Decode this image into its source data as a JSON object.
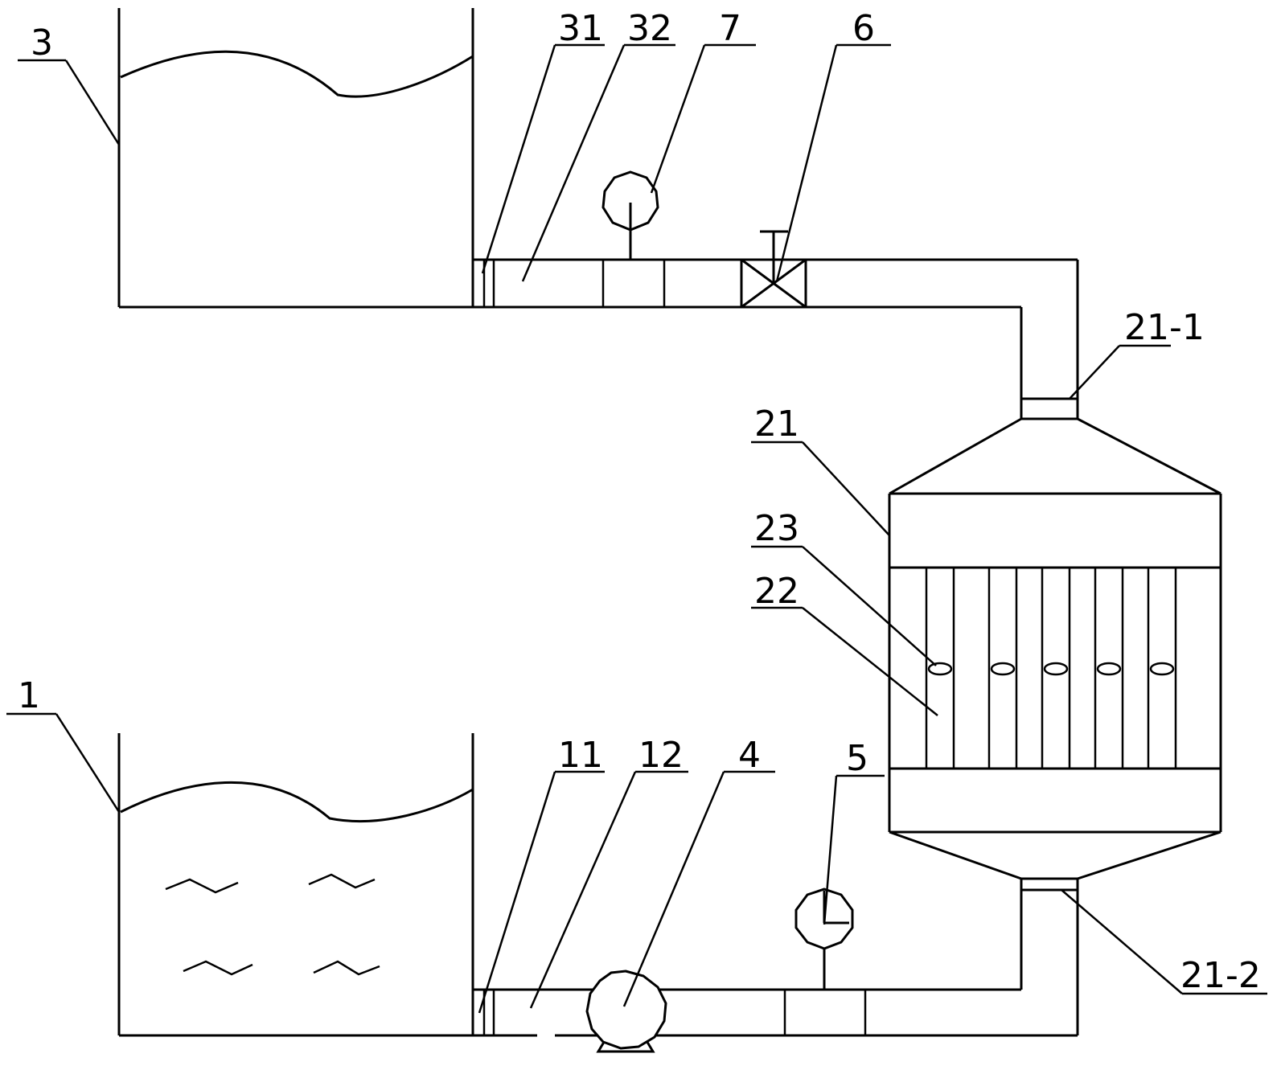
{
  "labels": {
    "l3": "3",
    "l31": "31",
    "l32": "32",
    "l7": "7",
    "l6": "6",
    "l21_1": "21-1",
    "l21": "21",
    "l23": "23",
    "l22": "22",
    "l1": "1",
    "l11": "11",
    "l12": "12",
    "l4": "4",
    "l5": "5",
    "l21_2": "21-2"
  },
  "colors": {
    "line": "#000000",
    "background": "#ffffff"
  }
}
